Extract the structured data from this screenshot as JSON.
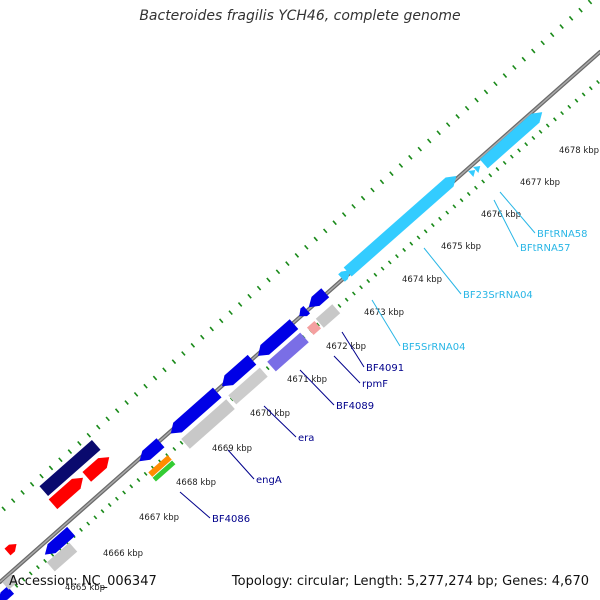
{
  "title": "Bacteroides fragilis YCH46, complete genome",
  "footer": {
    "accession": "Accession: NC_006347",
    "summary": "Topology: circular; Length: 5,277,274 bp; Genes: 4,670"
  },
  "kbp_labels": [
    "4665 kbp",
    "4666 kbp",
    "4667 kbp",
    "4668 kbp",
    "4669 kbp",
    "4670 kbp",
    "4671 kbp",
    "4672 kbp",
    "4673 kbp",
    "4674 kbp",
    "4675 kbp",
    "4676 kbp",
    "4677 kbp",
    "4678 kbp"
  ],
  "gene_labels": [
    "BF4086",
    "engA",
    "era",
    "BF4089",
    "rpmF",
    "BF4091",
    "BF5SrRNA04",
    "BF23SrRNA04",
    "BFtRNA57",
    "BFtRNA58"
  ],
  "colors": {
    "cds_forward": "#0000e6",
    "cds_dark": "#0a0a6e",
    "cds_reverse": "#ff0000",
    "rrna": "#33ccff",
    "tick": "#1a8a1a",
    "backbone": "#808080",
    "pseudo": "#c8c8c8",
    "label_cds": "#00008b",
    "label_rna": "#29b6e6"
  }
}
